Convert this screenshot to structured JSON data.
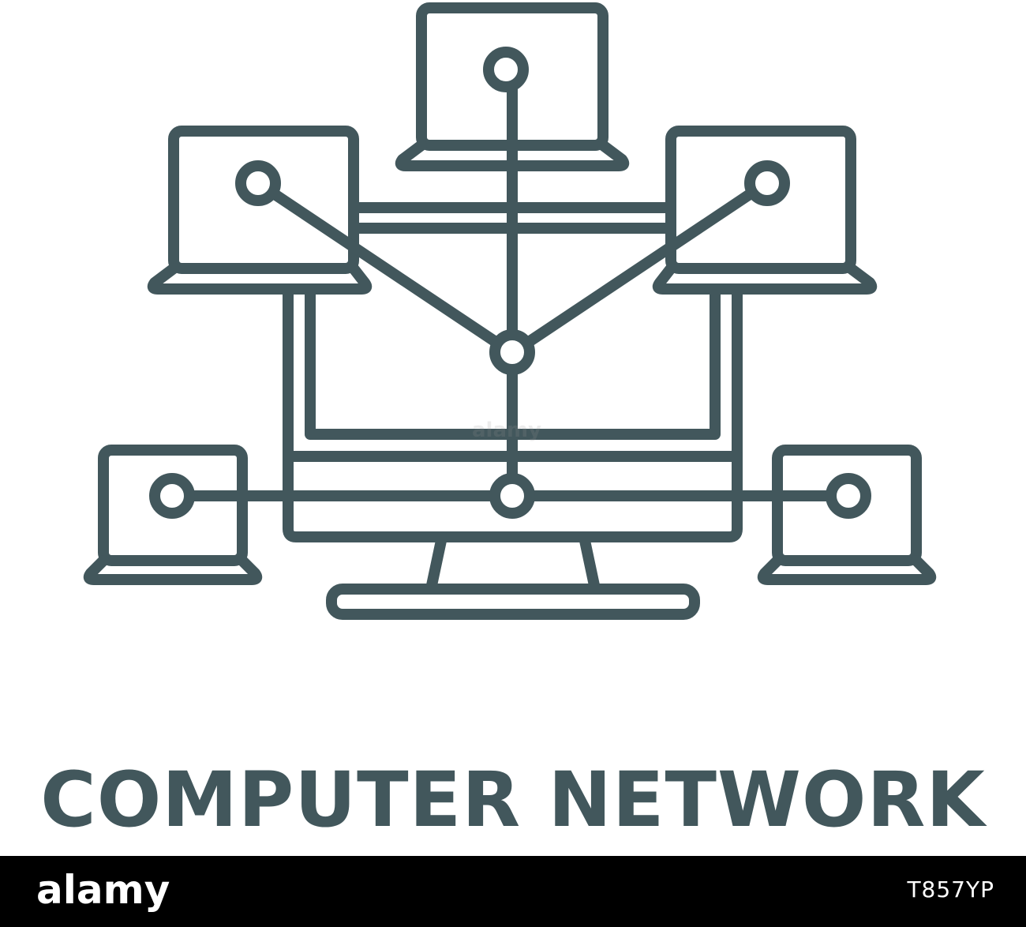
{
  "colors": {
    "icon_stroke": "#42575c",
    "caption_text": "#42575c",
    "footer_bg": "#000000",
    "footer_text": "#ffffff",
    "background": "#ffffff"
  },
  "icon": {
    "name": "computer-network-line-icon"
  },
  "caption": {
    "text": "COMPUTER NETWORK"
  },
  "footer": {
    "logo_text": "alamy",
    "image_id": "T857YP"
  },
  "watermark": {
    "text": "alamy"
  }
}
